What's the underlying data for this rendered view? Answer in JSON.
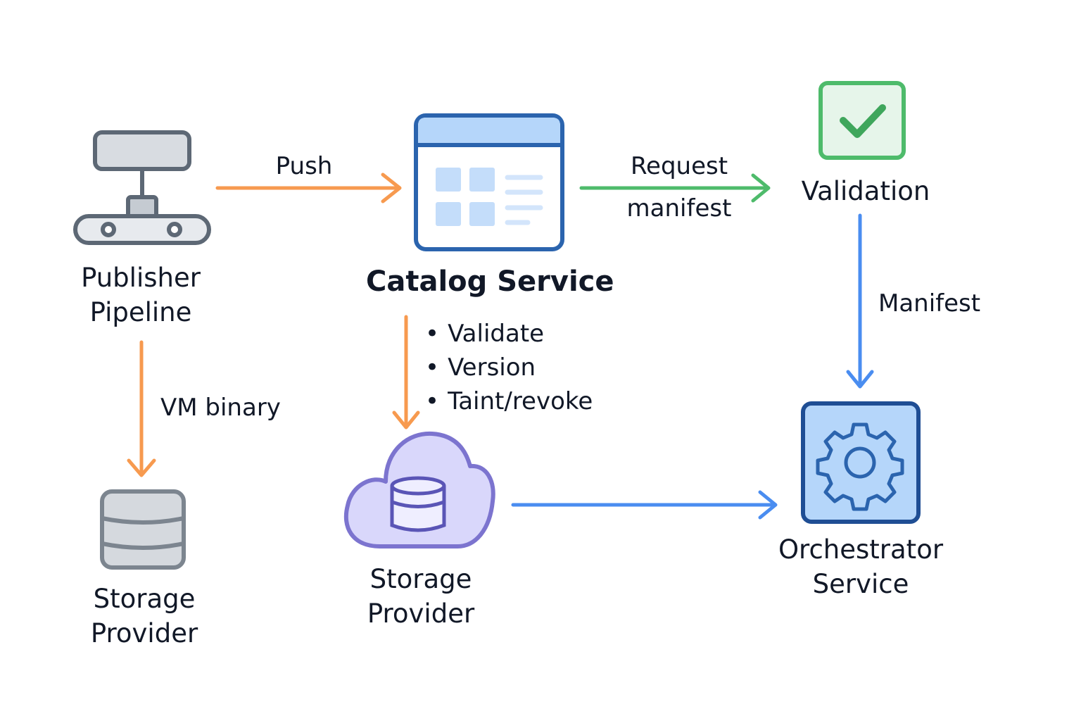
{
  "nodes": {
    "publisher": {
      "line1": "Publisher",
      "line2": "Pipeline"
    },
    "catalog": {
      "title": "Catalog Service",
      "bullets": [
        "Validate",
        "Version",
        "Taint/revoke"
      ]
    },
    "validation": {
      "title": "Validation"
    },
    "storage_local": {
      "line1": "Storage",
      "line2": "Provider"
    },
    "storage_cloud": {
      "line1": "Storage",
      "line2": "Provider"
    },
    "orchestrator": {
      "line1": "Orchestrator",
      "line2": "Service"
    }
  },
  "edges": {
    "push": "Push",
    "request_manifest_line1": "Request",
    "request_manifest_line2": "manifest",
    "vm_binary": "VM binary",
    "manifest": "Manifest"
  },
  "colors": {
    "orange": "#F79A4F",
    "green": "#4EBB6B",
    "blue": "#4A8DF0",
    "gray_stroke": "#5D6875",
    "navy_stroke": "#2B64AE",
    "purple_stroke": "#7C74CF"
  },
  "icons": [
    "server-pipeline-icon",
    "catalog-window-icon",
    "checkmark-icon",
    "database-icon",
    "cloud-database-icon",
    "gear-icon"
  ]
}
